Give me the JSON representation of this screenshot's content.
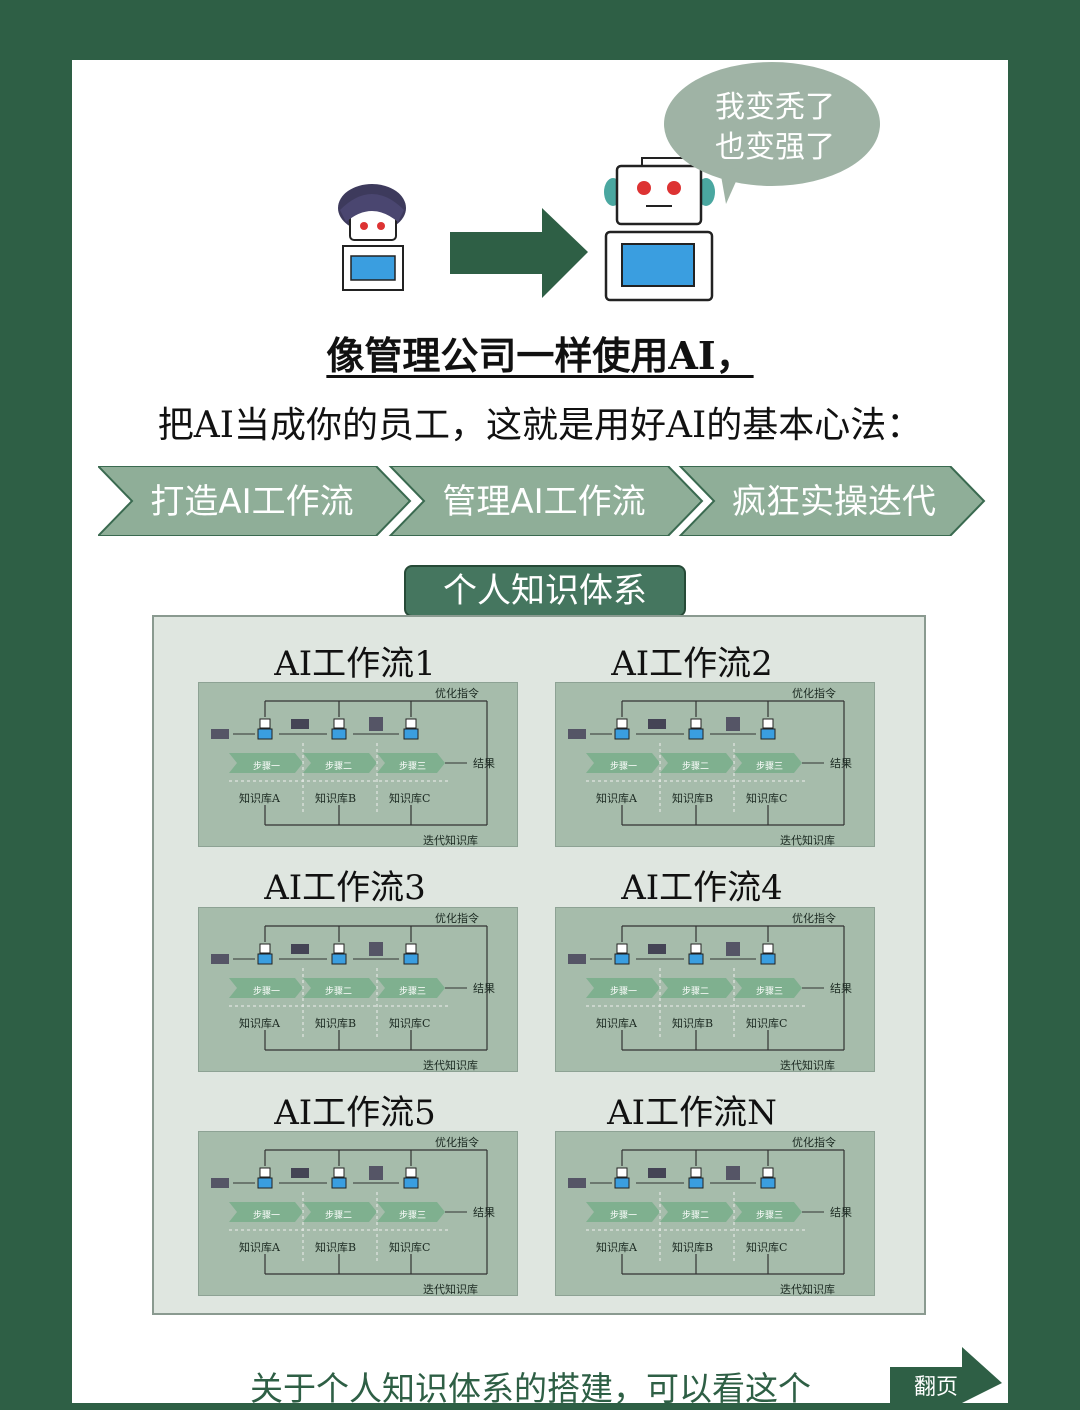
{
  "bubble": {
    "line1": "我变秃了",
    "line2": "也变强了"
  },
  "heading": {
    "line1": "像管理公司一样使用AI，",
    "line2": "把AI当成你的员工，这就是用好AI的基本心法："
  },
  "steps": [
    "打造AI工作流",
    "管理AI工作流",
    "疯狂实操迭代"
  ],
  "section_title": "个人知识体系",
  "workflows": [
    {
      "title": "AI工作流1"
    },
    {
      "title": "AI工作流2"
    },
    {
      "title": "AI工作流3"
    },
    {
      "title": "AI工作流4"
    },
    {
      "title": "AI工作流5"
    },
    {
      "title": "AI工作流N"
    }
  ],
  "diagram": {
    "optimize": "优化指令",
    "result": "结果",
    "iterate": "迭代知识库",
    "step1": "步骤一",
    "step2": "步骤二",
    "step3": "步骤三",
    "kbA": "知识库A",
    "kbB": "知识库B",
    "kbC": "知识库C"
  },
  "footer": {
    "text": "关于个人知识体系的搭建，可以看这个",
    "next_label": "翻页"
  },
  "colors": {
    "background": "#2e5f45",
    "chevron": "#8fae98",
    "panel": "#dfe6e0",
    "diagram_bg": "#a6bcab"
  }
}
